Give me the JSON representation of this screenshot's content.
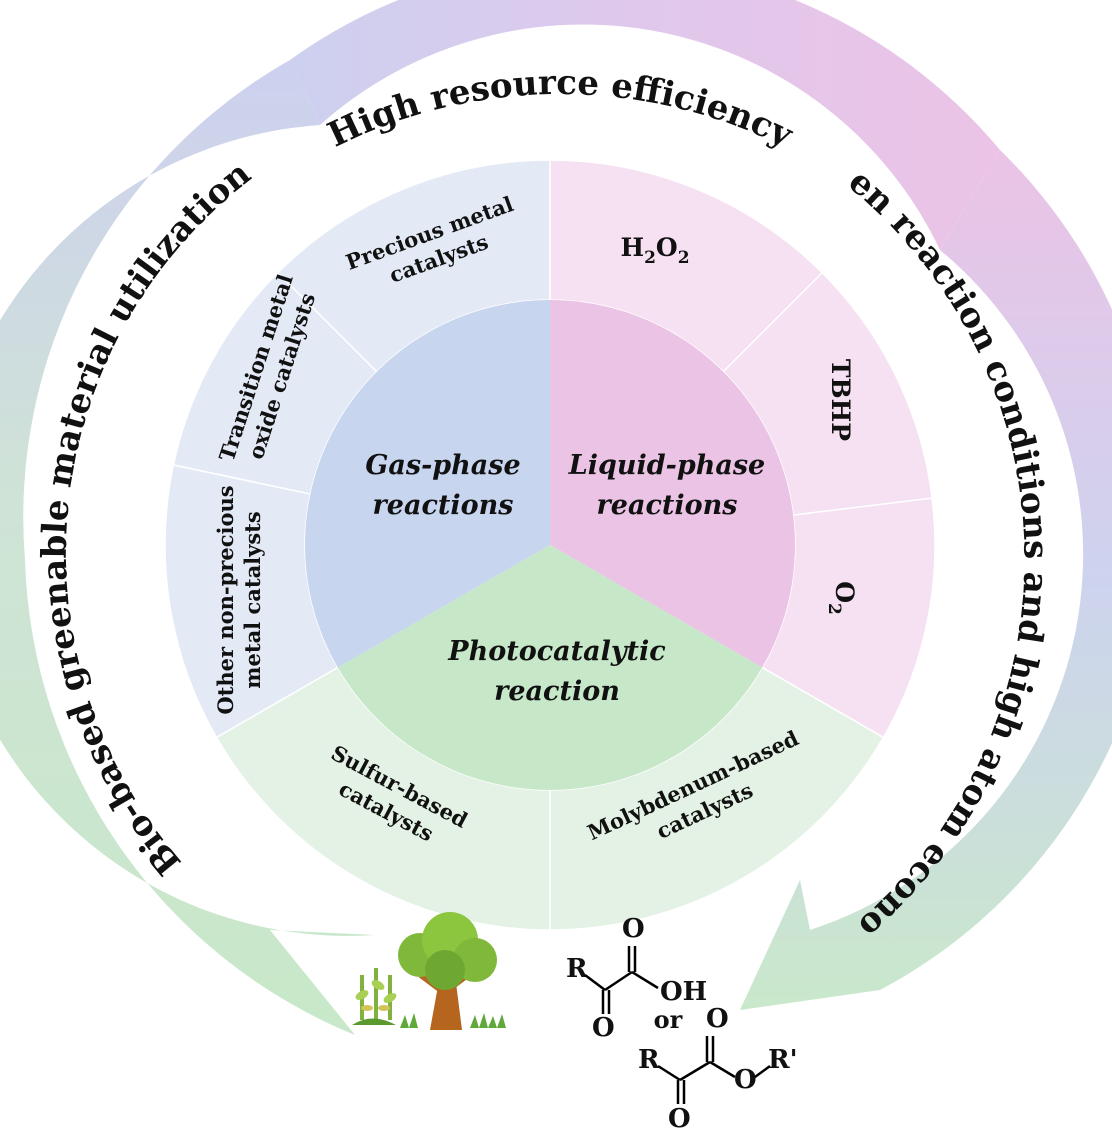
{
  "outer_ring": {
    "top": "High resource efficiency",
    "left": "Bio-based greenable material utilization",
    "right": "Green reaction conditions and high atom economy"
  },
  "core": {
    "gas": [
      "Gas-phase",
      "reactions"
    ],
    "liquid": [
      "Liquid-phase",
      "reactions"
    ],
    "photo": [
      "Photocatalytic",
      "reaction"
    ]
  },
  "segments": {
    "precious": [
      "Precious metal",
      "catalysts"
    ],
    "transition": [
      "Transition metal",
      "oxide catalysts"
    ],
    "other": [
      "Other non-precious",
      "metal catalysts"
    ],
    "h2o2": "H",
    "h2o2_sub1": "2",
    "h2o2_o": "O",
    "h2o2_sub2": "2",
    "tbhp": "TBHP",
    "o2": "O",
    "o2_sub": "2",
    "sulfur": [
      "Sulfur-based",
      "catalysts"
    ],
    "molybdenum": [
      "Molybdenum-based",
      "catalysts"
    ]
  },
  "chemistry": {
    "r": "R",
    "o": "O",
    "oh": "OH",
    "or": "or",
    "r_prime": "R'"
  },
  "colors": {
    "gas": "#c7d5ee",
    "gas_light": "#e4eaf6",
    "liquid": "#ebc3e5",
    "liquid_light": "#f5e1f2",
    "photo": "#c7e7c9",
    "photo_light": "#e4f3e5",
    "arrow_green": "#c9e8cb",
    "arrow_purple": "#dcc8ea",
    "arrow_pink": "#ebc5e6"
  }
}
